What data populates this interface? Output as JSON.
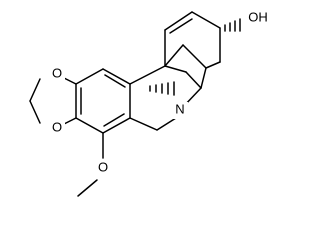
{
  "molecule": {
    "atoms": {
      "O_top": "O",
      "O_bottom": "O",
      "O_methoxy": "O",
      "N": "N",
      "OH": "OH"
    },
    "colors": {
      "bond": "#000000",
      "background": "#ffffff"
    }
  }
}
